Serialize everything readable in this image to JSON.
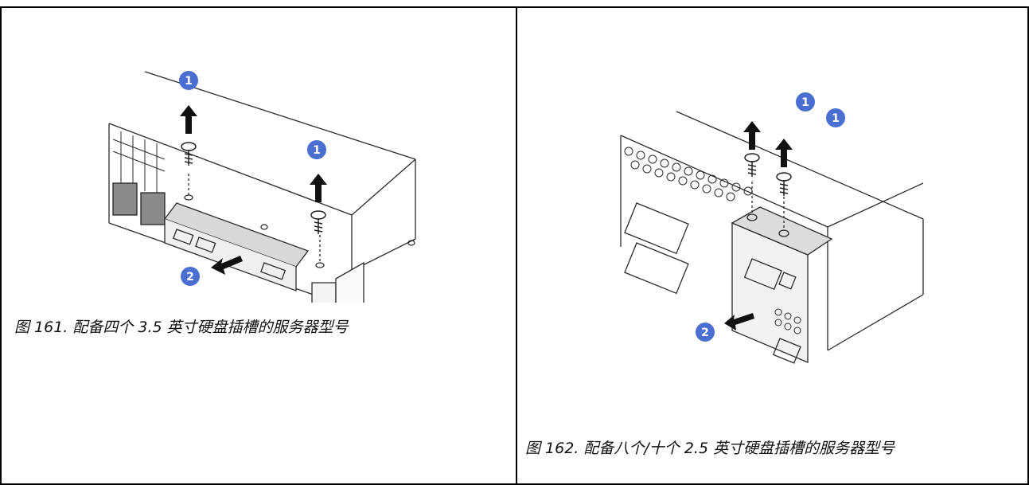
{
  "figures": [
    {
      "caption": "图 161. 配备四个 3.5 英寸硬盘插槽的服务器型号",
      "callouts": [
        "1",
        "1",
        "2"
      ]
    },
    {
      "caption": "图 162. 配备八个/十个 2.5 英寸硬盘插槽的服务器型号",
      "callouts": [
        "1",
        "1",
        "2"
      ]
    }
  ],
  "colors": {
    "callout": "#4a6fd1",
    "line": "#2b2b2b",
    "border": "#000000"
  }
}
